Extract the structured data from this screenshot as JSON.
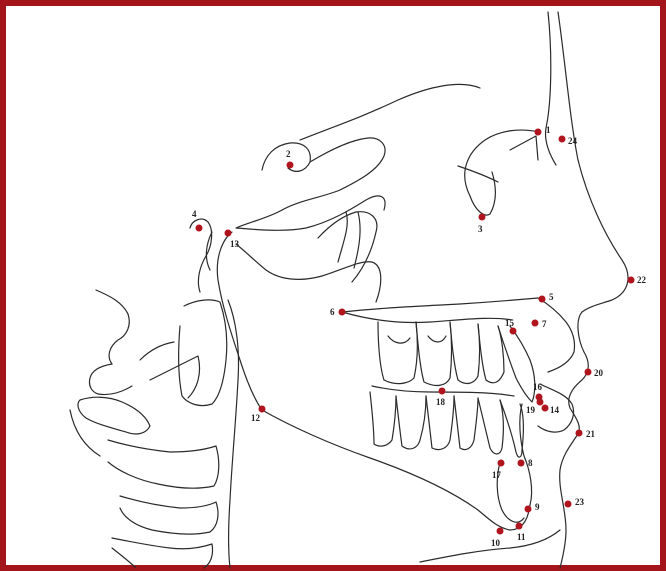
{
  "diagram": {
    "border_color": "#a3151b",
    "landmark_color": "#b0151e",
    "line_color": "#2b2b2b",
    "landmarks": [
      {
        "label": "1"
      },
      {
        "label": "2"
      },
      {
        "label": "3"
      },
      {
        "label": "4"
      },
      {
        "label": "5"
      },
      {
        "label": "6"
      },
      {
        "label": "7"
      },
      {
        "label": "8"
      },
      {
        "label": "9"
      },
      {
        "label": "10"
      },
      {
        "label": "11"
      },
      {
        "label": "12"
      },
      {
        "label": "13"
      },
      {
        "label": "14"
      },
      {
        "label": "15"
      },
      {
        "label": "16"
      },
      {
        "label": "17"
      },
      {
        "label": "18"
      },
      {
        "label": "19"
      },
      {
        "label": "20"
      },
      {
        "label": "21"
      },
      {
        "label": "22"
      },
      {
        "label": "23"
      },
      {
        "label": "24"
      }
    ]
  }
}
